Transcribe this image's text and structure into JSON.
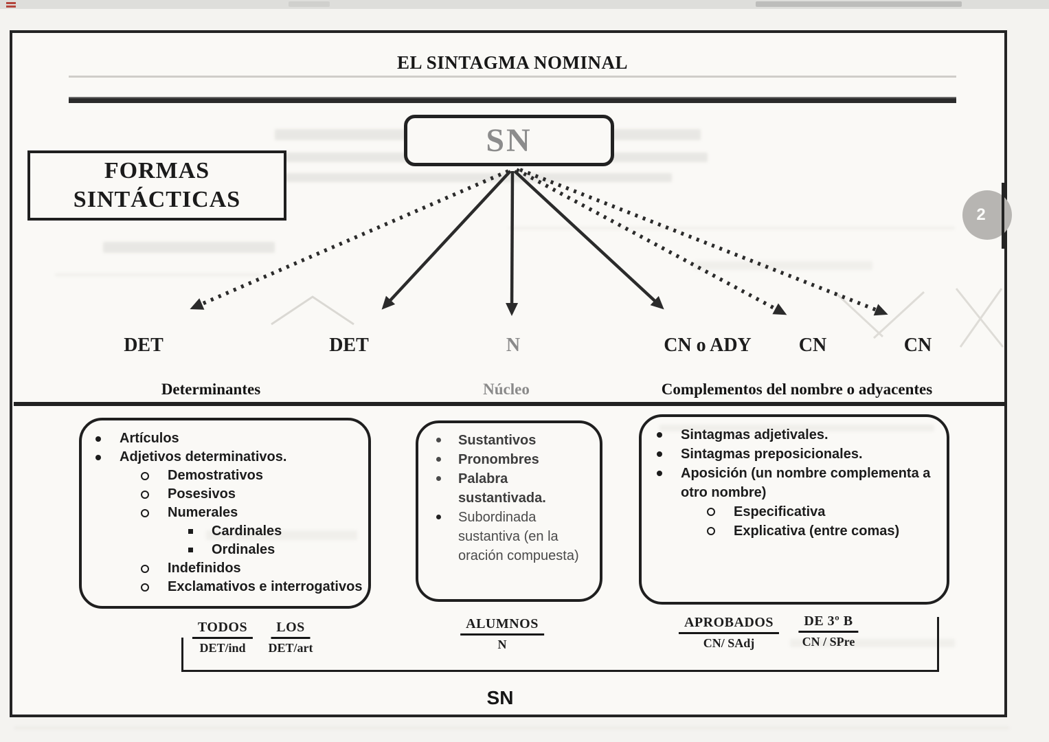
{
  "colors": {
    "ink": "#1d1d1d",
    "muted_gray": "#8c8c8c",
    "badge_bg": "#b7b5b2",
    "paper": "#faf9f6"
  },
  "page": {
    "title": "EL SINTAGMA NOMINAL",
    "badge": "2"
  },
  "sidebar_box": {
    "label": "FORMAS SINTÁCTICAS"
  },
  "root": {
    "label": "SN"
  },
  "branches": [
    {
      "label": "DET",
      "connector": "dotted"
    },
    {
      "label": "DET",
      "connector": "solid"
    },
    {
      "label": "N",
      "connector": "solid"
    },
    {
      "label": "CN o ADY",
      "connector": "solid"
    },
    {
      "label": "CN",
      "connector": "dotted"
    },
    {
      "label": "CN",
      "connector": "dotted"
    }
  ],
  "groups": [
    {
      "heading": "Determinantes",
      "items": [
        {
          "level": 1,
          "text": "Artículos"
        },
        {
          "level": 1,
          "text": "Adjetivos determinativos."
        },
        {
          "level": 2,
          "text": "Demostrativos"
        },
        {
          "level": 2,
          "text": "Posesivos"
        },
        {
          "level": 2,
          "text": "Numerales"
        },
        {
          "level": 3,
          "text": "Cardinales"
        },
        {
          "level": 3,
          "text": "Ordinales"
        },
        {
          "level": 2,
          "text": "Indefinidos"
        },
        {
          "level": 2,
          "text": "Exclamativos e interrogativos"
        }
      ]
    },
    {
      "heading": "Núcleo",
      "items": [
        {
          "level": 1,
          "text": "Sustantivos"
        },
        {
          "level": 1,
          "text": "Pronombres"
        },
        {
          "level": 1,
          "text": "Palabra sustantivada."
        },
        {
          "level": 1,
          "text": "Subordinada sustantiva (en la oración compuesta)"
        }
      ]
    },
    {
      "heading": "Complementos del nombre o adyacentes",
      "items": [
        {
          "level": 1,
          "text": "Sintagmas adjetivales."
        },
        {
          "level": 1,
          "text": "Sintagmas preposicionales."
        },
        {
          "level": 1,
          "text": "Aposición (un nombre complementa a otro nombre)"
        },
        {
          "level": 2,
          "text": "Especificativa"
        },
        {
          "level": 2,
          "text": "Explicativa (entre comas)"
        }
      ]
    }
  ],
  "example": {
    "words": [
      {
        "word": "TODOS",
        "tag": "DET/ind"
      },
      {
        "word": "LOS",
        "tag": "DET/art"
      },
      {
        "word": "ALUMNOS",
        "tag": "N"
      },
      {
        "word": "APROBADOS",
        "tag": "CN/ SAdj"
      },
      {
        "word": "DE 3º B",
        "tag": "CN / SPre"
      }
    ],
    "phrase_label": "SN"
  }
}
